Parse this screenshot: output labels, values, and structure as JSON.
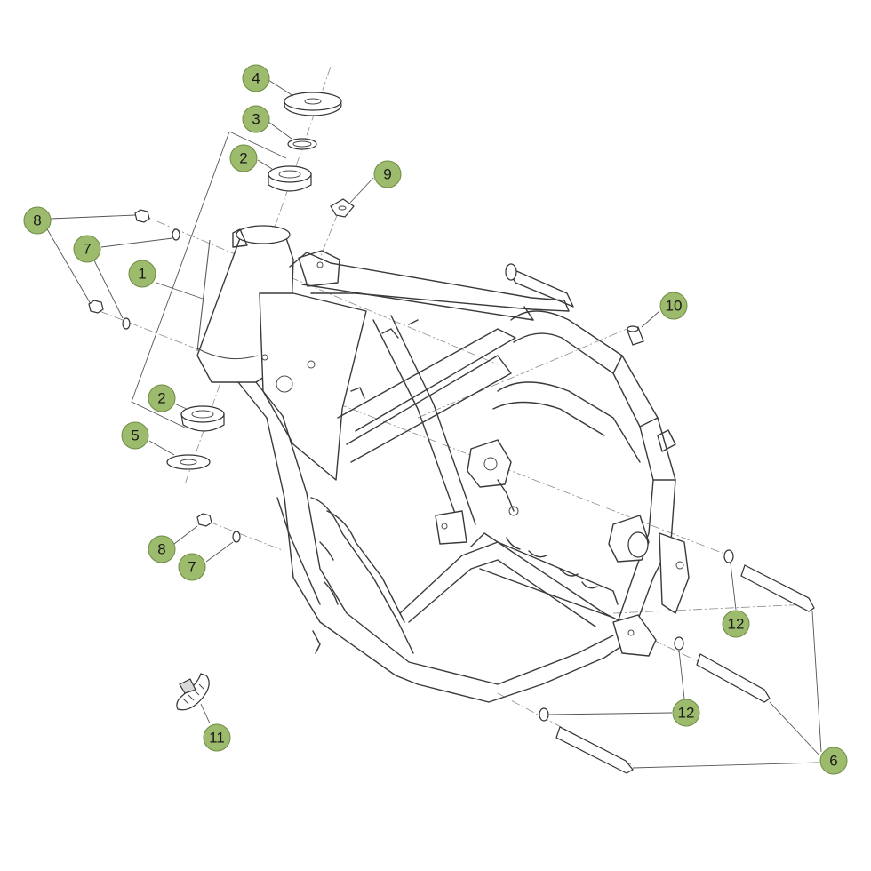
{
  "callouts": [
    {
      "id": "c4",
      "label": "4"
    },
    {
      "id": "c3",
      "label": "3"
    },
    {
      "id": "c2a",
      "label": "2"
    },
    {
      "id": "c9",
      "label": "9"
    },
    {
      "id": "c8a",
      "label": "8"
    },
    {
      "id": "c7a",
      "label": "7"
    },
    {
      "id": "c1",
      "label": "1"
    },
    {
      "id": "c10",
      "label": "10"
    },
    {
      "id": "c2b",
      "label": "2"
    },
    {
      "id": "c5",
      "label": "5"
    },
    {
      "id": "c8b",
      "label": "8"
    },
    {
      "id": "c7b",
      "label": "7"
    },
    {
      "id": "c12a",
      "label": "12"
    },
    {
      "id": "c12b",
      "label": "12"
    },
    {
      "id": "c11",
      "label": "11"
    },
    {
      "id": "c6",
      "label": "6"
    }
  ],
  "colors": {
    "callout_fill": "#9dbb6c",
    "callout_stroke": "#6e8c45",
    "line": "#3a3a3a"
  }
}
